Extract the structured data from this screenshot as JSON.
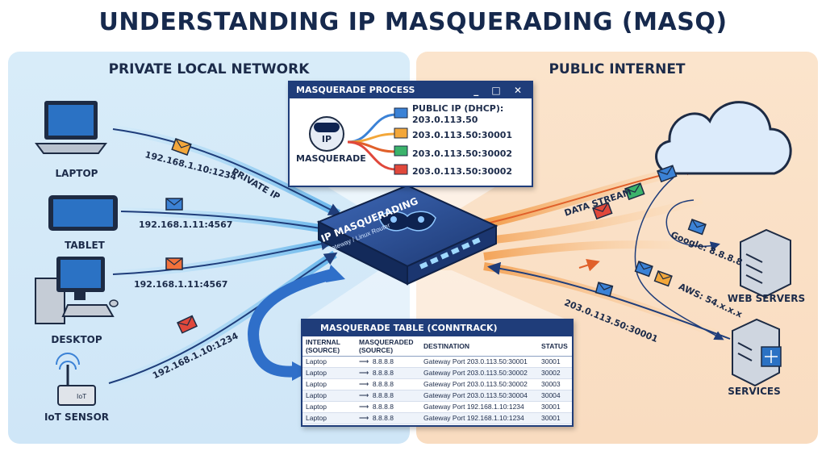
{
  "title": "UNDERSTANDING IP MASQUERADING (MASQ)",
  "panels": {
    "left_title": "PRIVATE LOCAL NETWORK",
    "right_title": "PUBLIC INTERNET"
  },
  "devices": {
    "laptop": "LAPTOP",
    "tablet": "TABLET",
    "desktop": "DESKTOP",
    "iot": "IoT SENSOR"
  },
  "left_links": {
    "laptop_ip": "192.168.1.10:1234",
    "private_ip": "PRIVATE IP",
    "tablet_ip": "192.168.1.11:4567",
    "desktop_ip": "192.168.1.11:4567",
    "iot_ip": "192.168.1.10:1234"
  },
  "router": {
    "line1": "IP MASQUERADING",
    "line2": "Gateway / Linux Router"
  },
  "process": {
    "title": "MASQUERADE PROCESS",
    "controls": "_ □ ✕",
    "mask_label": "IP",
    "masquerade_label": "MASQUERADE",
    "public_ip_label": "PUBLIC IP (DHCP):",
    "ports": [
      "203.0.113.50",
      "203.0.113.50:30001",
      "203.0.113.50:30002",
      "203.0.113.50:30002"
    ]
  },
  "table": {
    "title": "MASQUERADE TABLE (CONNTRACK)",
    "headers": [
      "INTERNAL (SOURCE)",
      "MASQUERADED (SOURCE)",
      "DESTINATION",
      "STATUS"
    ],
    "rows": [
      [
        "Laptop",
        "8.8.8.8",
        "Gateway Port 203.0.113.50:30001",
        "30001"
      ],
      [
        "Laptop",
        "8.8.8.8",
        "Gateway Port 203.0.113.50:30002",
        "30002"
      ],
      [
        "Laptop",
        "8.8.8.8",
        "Gateway Port 203.0.113.50:30002",
        "30003"
      ],
      [
        "Laptop",
        "8.8.8.8",
        "Gateway Port 203.0.113.50:30004",
        "30004"
      ],
      [
        "Laptop",
        "8.8.8.8",
        "Gateway Port 192.168.1.10:1234",
        "30001"
      ],
      [
        "Laptop",
        "8.8.8.8",
        "Gateway Port 192.168.1.10:1234",
        "30001"
      ]
    ]
  },
  "right_links": {
    "data_stream": "DATA STREAM",
    "google": "Google: 8.8.8.8",
    "aws": "AWS: 54.x.x.x",
    "return_ip": "203.0.113.50:30001"
  },
  "servers": {
    "web": "WEB SERVERS",
    "services": "SERVICES"
  },
  "colors": {
    "navy": "#1f3d7a",
    "title": "#16294d",
    "left_bg": "#d8ecf9",
    "right_bg": "#fbe4cc",
    "beam_blue": "#6ec3f0",
    "beam_orange": "#f5a04a",
    "env_orange": "#f3a73a",
    "env_green": "#3bb36b",
    "env_red": "#e0483b",
    "env_blue": "#3b82d6"
  },
  "icons": [
    "laptop-icon",
    "tablet-icon",
    "desktop-icon",
    "iot-sensor-icon",
    "router-icon",
    "mask-icon",
    "envelope-icon",
    "cloud-icon",
    "server-icon"
  ]
}
